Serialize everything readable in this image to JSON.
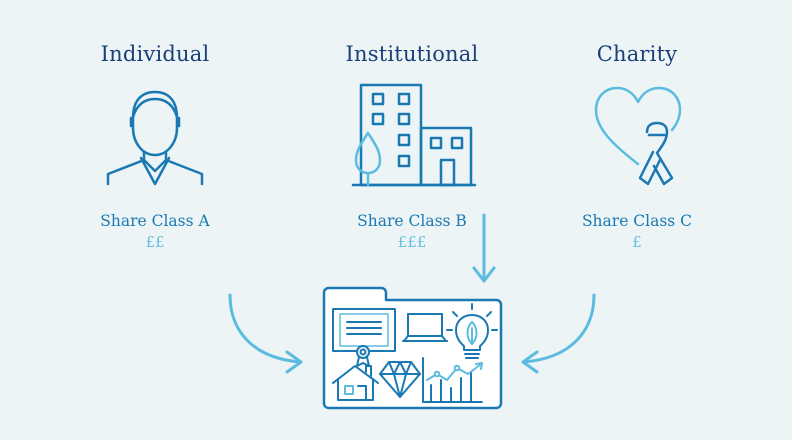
{
  "categories": [
    {
      "heading": "Individual",
      "share_class": "Share Class A",
      "price": "££"
    },
    {
      "heading": "Institutional",
      "share_class": "Share Class B",
      "price": "£££"
    },
    {
      "heading": "Charity",
      "share_class": "Share Class C",
      "price": "£"
    }
  ],
  "colors": {
    "background": "#ecf4f6",
    "navy": "#1c3f7a",
    "blue": "#1a79b3",
    "light_blue": "#5bbcdf"
  },
  "icons": [
    "person-icon",
    "office-building-icon",
    "heart-ribbon-icon",
    "portfolio-folder-icon"
  ]
}
